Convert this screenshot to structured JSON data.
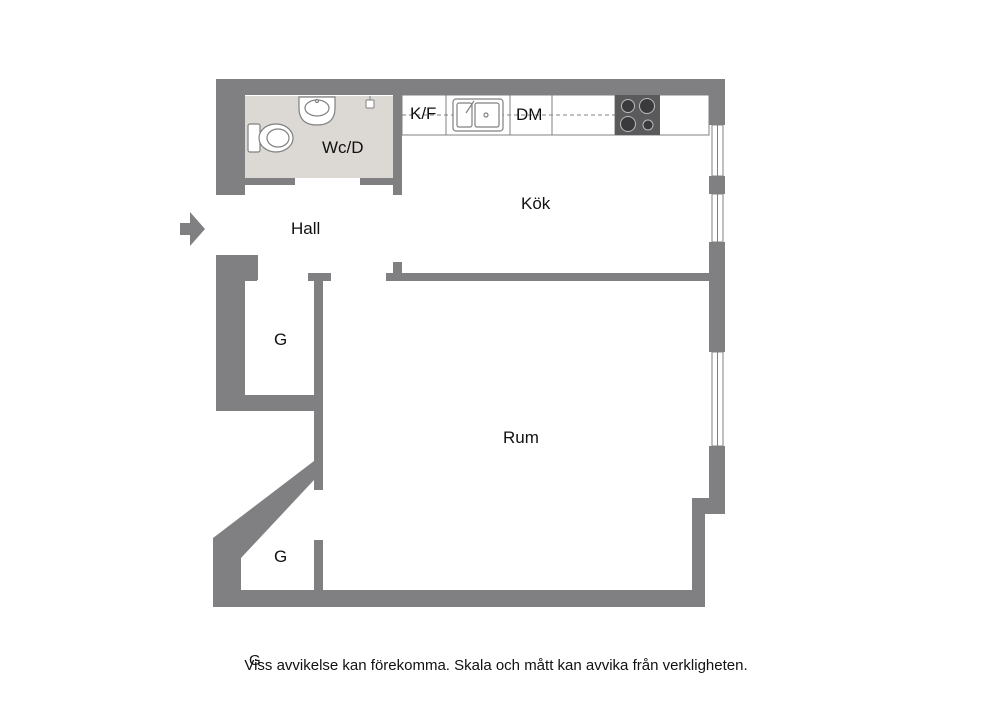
{
  "rooms": {
    "wc": "Wc/D",
    "kitchen": "Kök",
    "hall": "Hall",
    "room": "Rum",
    "closet_upper": "G",
    "closet_lower": "G"
  },
  "fixtures": {
    "fridge_freezer": "K/F",
    "dishwasher": "DM"
  },
  "stray_letter": "G",
  "disclaimer": "Viss avvikelse kan förekomma. Skala och mått kan avvika från verkligheten.",
  "colors": {
    "wall": "#808082",
    "wet_room_floor": "#dcd8d4",
    "stove": "#5a5a5c",
    "background": "#ffffff"
  },
  "icons": {
    "entrance": "entrance-arrow-icon",
    "toilet": "toilet-icon",
    "washbasin": "washbasin-icon",
    "sink": "kitchen-sink-icon",
    "stove": "stove-icon"
  }
}
